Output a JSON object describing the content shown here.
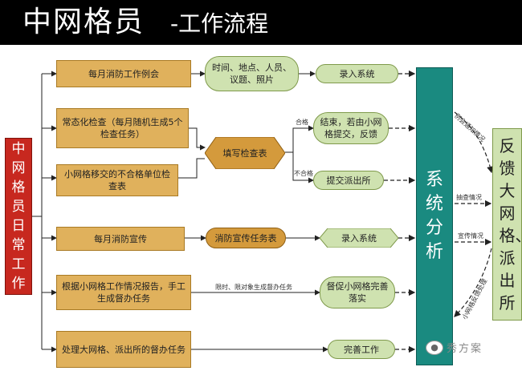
{
  "title": {
    "main": "中网格员",
    "sub": "-工作流程"
  },
  "left_column": "中网格员日常工作",
  "tasks": {
    "t1": "每月消防工作例会",
    "t2": "常态化检查（每月随机生成5个检查任务）",
    "t3": "小网格移交的不合格单位检查表",
    "t4": "每月消防宣传",
    "t5": "根据小网格工作情况报告，手工生成督办任务",
    "t6": "处理大网格、派出所的督办任务"
  },
  "nodes": {
    "meeting_content": "时间、地点、人员、议题、照片",
    "fill_form": "填写检查表",
    "conclude": "结束，若由小网格提交，反馈",
    "submit_police": "提交派出所",
    "publicity_form": "消防宣传任务表",
    "enter_1": "录入系统",
    "enter_2": "录入系统",
    "supervise": "督促小网格完善落实",
    "complete": "完善工作"
  },
  "edge_labels": {
    "qualified": "合格",
    "unqualified": "不合格",
    "deadline": "限时、限对象生成督办任务",
    "monthly_report": "例会通知情况",
    "check_status": "抽查情况",
    "publicity_status": "宣传情况",
    "small_grid_feedback": "小网格反馈处理"
  },
  "analysis": "系统分析",
  "feedback": "反馈大网格、派出所",
  "watermark": "秀方案",
  "colors": {
    "task": "#e0b15c",
    "left_column": "#c7281f",
    "analysis": "#1a8a80",
    "node": "#cfe2b0",
    "connector": "#222222"
  }
}
